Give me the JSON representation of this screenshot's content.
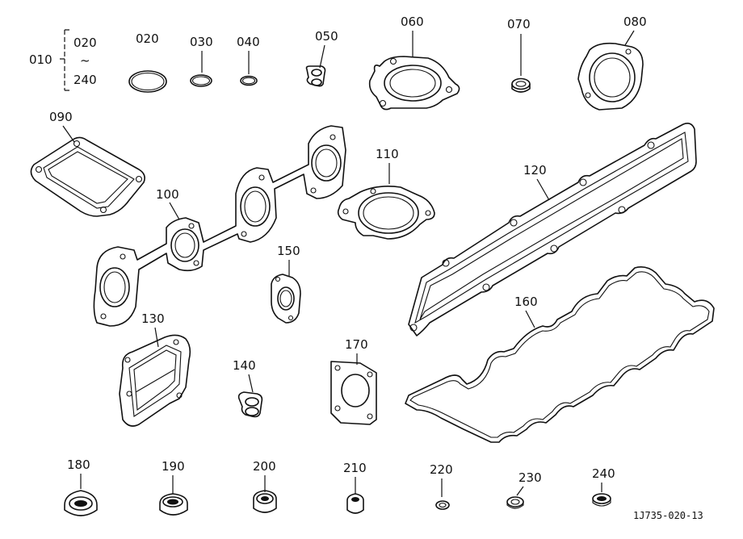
{
  "diagram": {
    "drawing_code": "1J735-020-13",
    "labels": {
      "010": "010",
      "020a": "020",
      "tilde": "~",
      "240a": "240",
      "020": "020",
      "030": "030",
      "040": "040",
      "050": "050",
      "060": "060",
      "070": "070",
      "080": "080",
      "090": "090",
      "100": "100",
      "110": "110",
      "120": "120",
      "130": "130",
      "140": "140",
      "150": "150",
      "160": "160",
      "170": "170",
      "180": "180",
      "190": "190",
      "200": "200",
      "210": "210",
      "220": "220",
      "230": "230",
      "240": "240"
    }
  }
}
